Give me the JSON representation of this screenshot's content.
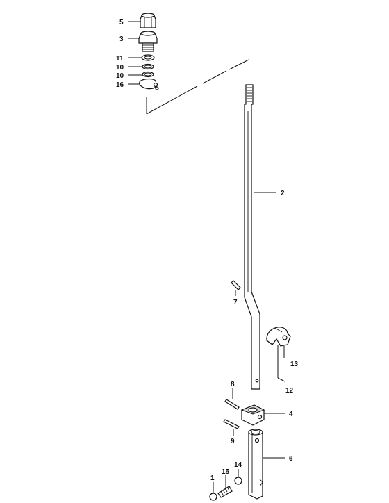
{
  "diagram": {
    "labels": {
      "p1": "1",
      "p2": "2",
      "p3": "3",
      "p4": "4",
      "p5": "5",
      "p6": "6",
      "p7": "7",
      "p8": "8",
      "p9": "9",
      "p10a": "10",
      "p10b": "10",
      "p11": "11",
      "p12": "12",
      "p13": "13",
      "p14": "14",
      "p15": "15",
      "p16": "16"
    }
  }
}
